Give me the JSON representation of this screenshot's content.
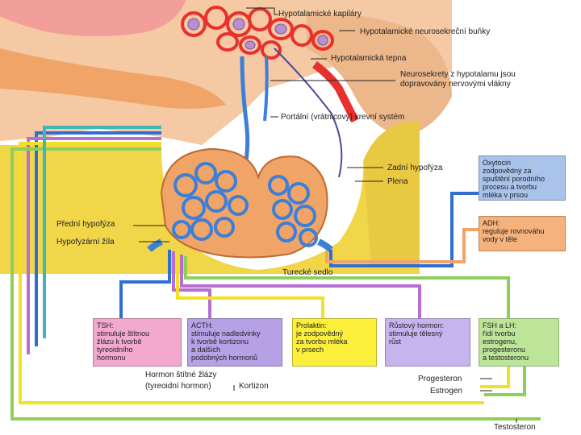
{
  "colors": {
    "page_bg": "#ffffff",
    "tissue_peach": "#f5c9a3",
    "tissue_orange": "#f0a468",
    "bone_yellow": "#f2d64a",
    "capillary_red": "#e8302c",
    "vein_blue": "#3d7fd6",
    "path_blue": "#2f6fd0",
    "path_purple": "#b66fd1",
    "path_yellow": "#f2e021",
    "path_green": "#8fce5a",
    "path_teal": "#3fb7b8",
    "box_blue": "#a9c3ea",
    "box_orange": "#f6b27c",
    "box_pink": "#f3a8cd",
    "box_violet": "#b7a1e6",
    "box_yellow": "#fbef3c",
    "box_lilac": "#c6b4ee",
    "box_green": "#bde59a"
  },
  "labels": {
    "hypothalamic_capillaries": "Hypotalamické kapiláry",
    "neurosecretory_cells": "Hypotalamické neurosekreční buňky",
    "hypothalamic_artery": "Hypotalamická tepna",
    "neurosecretions_line1": "Neurosekrety z hypotalamu jsou",
    "neurosecretions_line2": "dopravovány nervovými vlákny",
    "portal_system": "Portální (vrátnicový) krevní systém",
    "posterior_pituitary": "Zadní hypofýza",
    "pia": "Plena",
    "anterior_pituitary": "Přední hypofýza",
    "pituitary_vein": "Hypofyzární žíla",
    "sella_turcica": "Turecké sedlo",
    "thyroid_hormone_line1": "Hormon štítné žlázy",
    "thyroid_hormone_line2": "(tyreoidní hormon)",
    "cortisol": "Kortizon",
    "progesterone": "Progesteron",
    "estrogen": "Estrogen",
    "testosterone": "Testosteron"
  },
  "boxes": {
    "oxytocin": "Oxytocin\nzodpovědný za\nspuštění porodního\nprocesu a tvorbu\nmléka v prsou",
    "adh": "ADH:\nreguluje rovnováhu\nvody v těle",
    "tsh": "TSH:\nstimuluje štítnou\nžlázu k tvorbě\ntyreoidního\nhormonu",
    "acth": "ACTH:\nstimuluje nadledvinky\nk tvorbě kortizonu\na dalších\npodobných hormonů",
    "prolactin": "Prolaktin:\nje zodpovědný\nza tvorbu mléka\nv prsech",
    "growth": "Růstový hormon:\nstimuluje tělesný\nrůst",
    "fsh_lh": "FSH a LH:\nřídí tvorbu\nestrogenu,\nprogesteronu\na testosteronu"
  }
}
